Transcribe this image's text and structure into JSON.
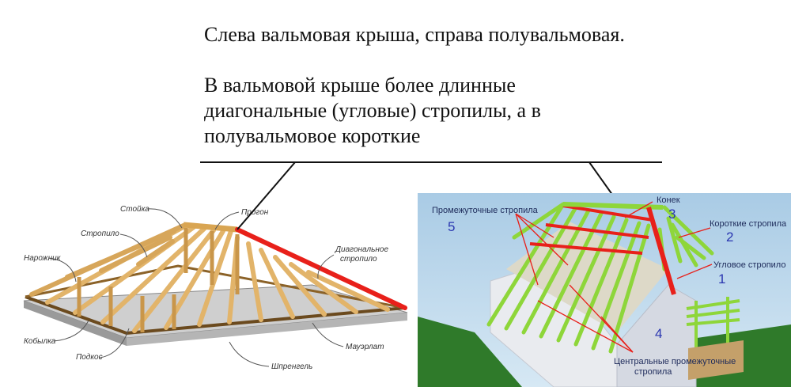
{
  "caption": {
    "line1": "Слева вальмовая крыша, справа полувальмовая.",
    "line2": "В вальмовой крыше более длинные диагональные (угловые) стропилы, а в полувальмовое короткие"
  },
  "left_diagram": {
    "labels": {
      "stoyka": "Стойка",
      "progon": "Прогон",
      "stropilo": "Стропило",
      "diagonal_1": "Диагональное",
      "diagonal_2": "стропило",
      "narozhnik": "Нарожник",
      "kobylka": "Кобылка",
      "podkos": "Подкос",
      "mauerlat": "Мауэрлат",
      "shprengel": "Шпренгель"
    }
  },
  "right_diagram": {
    "labels": {
      "promezh": "Промежуточные стропила",
      "konek": "Конек",
      "korotkie": "Короткие стропила",
      "uglovoe": "Угловое стропило",
      "central_1": "Центральные промежуточные",
      "central_2": "стропила"
    },
    "numbers": {
      "n1": "1",
      "n2": "2",
      "n3": "3",
      "n4": "4",
      "n5": "5"
    }
  },
  "colors": {
    "highlight": "#e8201a",
    "wood": "#e2b46a",
    "green_rafter": "#8ed63a",
    "sky": "#bcd8ec",
    "grass": "#2f7a2a"
  }
}
